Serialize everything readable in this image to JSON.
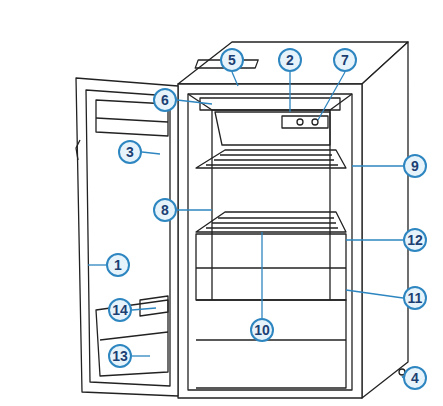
{
  "diagram": {
    "labels": [
      "5",
      "2",
      "7",
      "6",
      "3",
      "9",
      "8",
      "12",
      "1",
      "14",
      "11",
      "10",
      "13",
      "4"
    ]
  }
}
